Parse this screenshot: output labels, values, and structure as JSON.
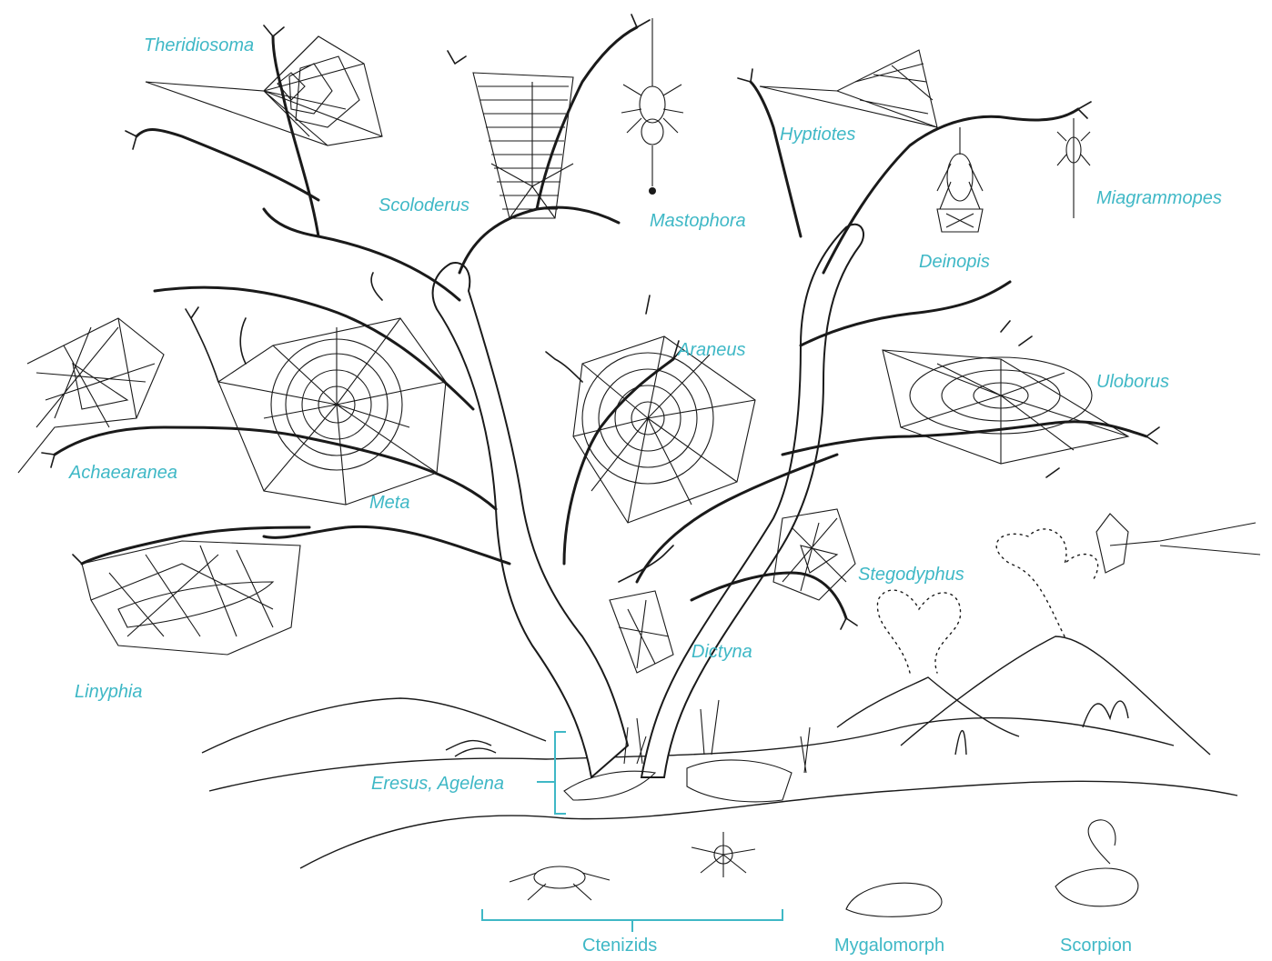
{
  "colors": {
    "label": "#3fb8c6",
    "ink": "#1a1a1a",
    "background": "#ffffff"
  },
  "labels": {
    "theridiosoma": "Theridiosoma",
    "scoloderus": "Scoloderus",
    "mastophora": "Mastophora",
    "hyptiotes": "Hyptiotes",
    "miagrammopes": "Miagrammopes",
    "deinopis": "Deinopis",
    "araneus": "Araneus",
    "uloborus": "Uloborus",
    "achaearanea": "Achaearanea",
    "meta": "Meta",
    "stegodyphus": "Stegodyphus",
    "linyphia": "Linyphia",
    "dictyna": "Dictyna",
    "eresus_agelena": "Eresus, Agelena",
    "ctenizids": "Ctenizids",
    "mygalomorph": "Mygalomorph",
    "scorpion": "Scorpion"
  }
}
